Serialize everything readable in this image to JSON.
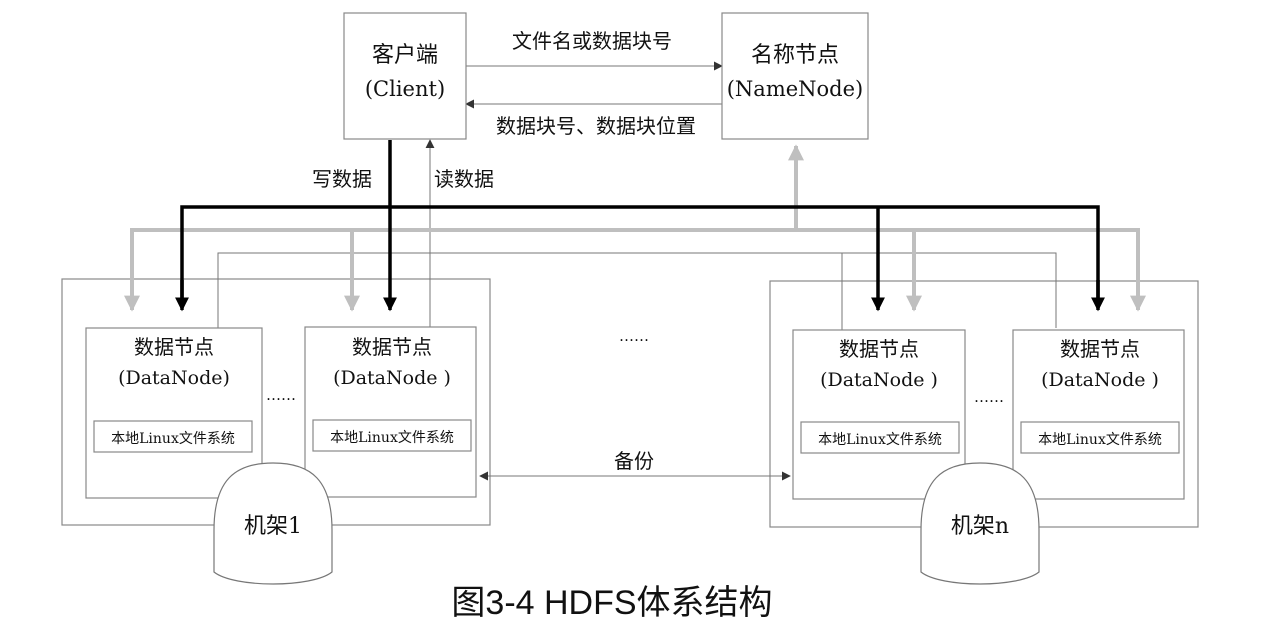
{
  "client": {
    "title": "客户端",
    "subtitle": "(Client)"
  },
  "namenode": {
    "title": "名称节点",
    "subtitle": "(NameNode)"
  },
  "edges": {
    "client_to_namenode": "文件名或数据块号",
    "namenode_to_client": "数据块号、数据块位置",
    "write": "写数据",
    "read": "读数据",
    "backup": "备份"
  },
  "datanode": {
    "title": "数据节点",
    "subtitle": "(DataNode)",
    "subtitle_spaced": "(DataNode )",
    "fs": "本地Linux文件系统"
  },
  "ellipsis": "……",
  "racks": {
    "rack1": "机架1",
    "rackn": "机架n"
  },
  "caption": "图3-4 HDFS体系结构",
  "colors": {
    "heavy": "#000000",
    "gray": "#bfbfbf",
    "border": "#888888"
  }
}
